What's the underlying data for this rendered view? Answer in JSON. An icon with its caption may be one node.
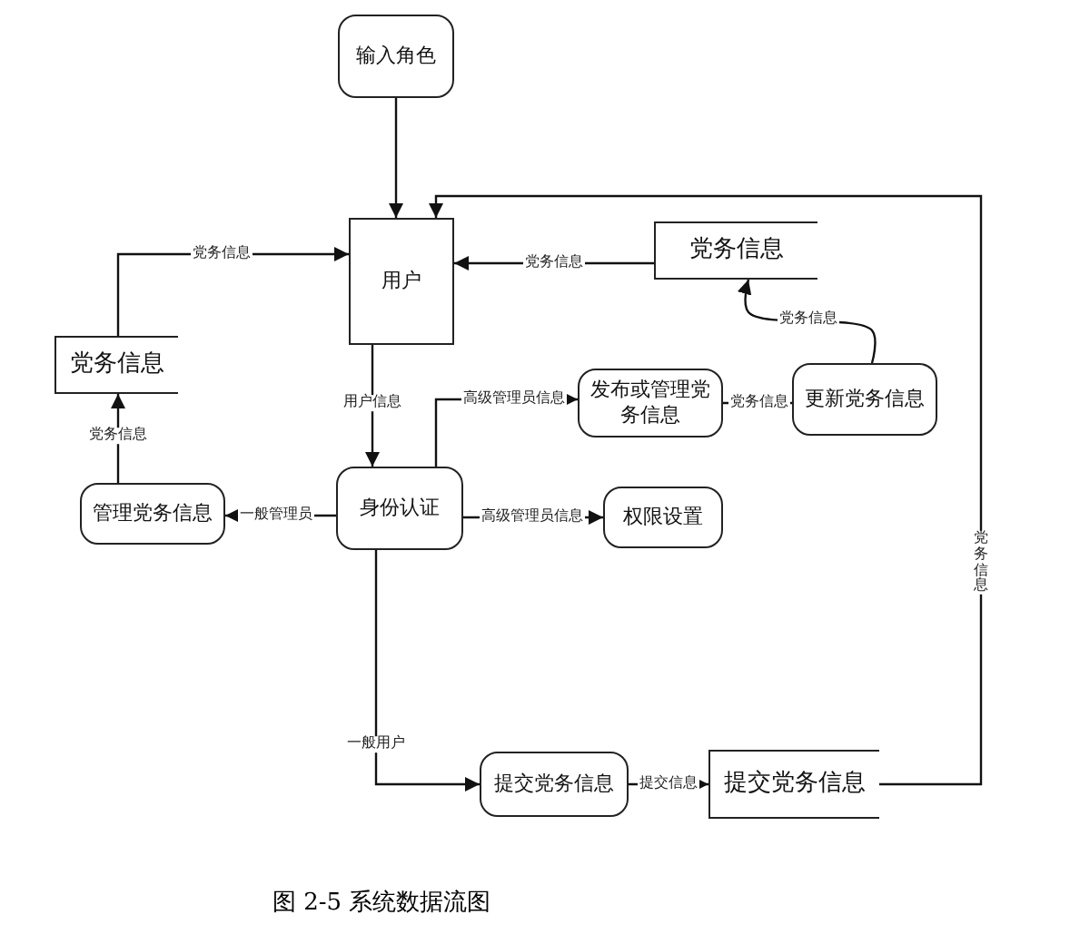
{
  "diagram": {
    "caption": "图 2-5  系统数据流图",
    "nodes": [
      {
        "text": [
          "输入角色"
        ]
      },
      {
        "text": [
          "用户"
        ]
      },
      {
        "text": [
          "党务信息"
        ]
      },
      {
        "text": [
          "党务信息"
        ]
      },
      {
        "text": [
          "发布或管理党务信息"
        ]
      },
      {
        "text": [
          "更新党务信息"
        ]
      },
      {
        "text": [
          "管理党务信息"
        ]
      },
      {
        "text": [
          "身份认证"
        ]
      },
      {
        "text": [
          "权限设置"
        ]
      },
      {
        "text": [
          "提交党务信息"
        ]
      },
      {
        "text": [
          "提交党务信息"
        ]
      }
    ],
    "edges": [
      {
        "from": 0,
        "to": 1,
        "arrow": "to"
      },
      {
        "from": 1,
        "to": 7,
        "arrow": "to",
        "label": "用户信息"
      },
      {
        "from": 7,
        "to": 4,
        "arrow": "to",
        "label": "高级管理员信息"
      },
      {
        "from": 4,
        "to": 5,
        "arrow": "to",
        "label": "党务信息"
      },
      {
        "from": 5,
        "to": 2,
        "arrow": "to",
        "label": "党务信息"
      },
      {
        "from": 2,
        "to": 1,
        "arrow": "to",
        "label": "党务信息"
      },
      {
        "from": 7,
        "to": 6,
        "arrow": "to",
        "label": "一般管理员"
      },
      {
        "from": 6,
        "to": 3,
        "arrow": "to",
        "label": "党务信息"
      },
      {
        "from": 3,
        "to": 1,
        "arrow": "to",
        "label": "党务信息"
      },
      {
        "from": 7,
        "to": 8,
        "arrow": "to",
        "label": "高级管理员信息"
      },
      {
        "from": 7,
        "to": 9,
        "arrow": "to",
        "label": "一般用户"
      },
      {
        "from": 9,
        "to": 10,
        "arrow": "to",
        "label": "提交信息"
      },
      {
        "from": 10,
        "to": 1,
        "arrow": "to",
        "label": "党务信息"
      }
    ]
  }
}
